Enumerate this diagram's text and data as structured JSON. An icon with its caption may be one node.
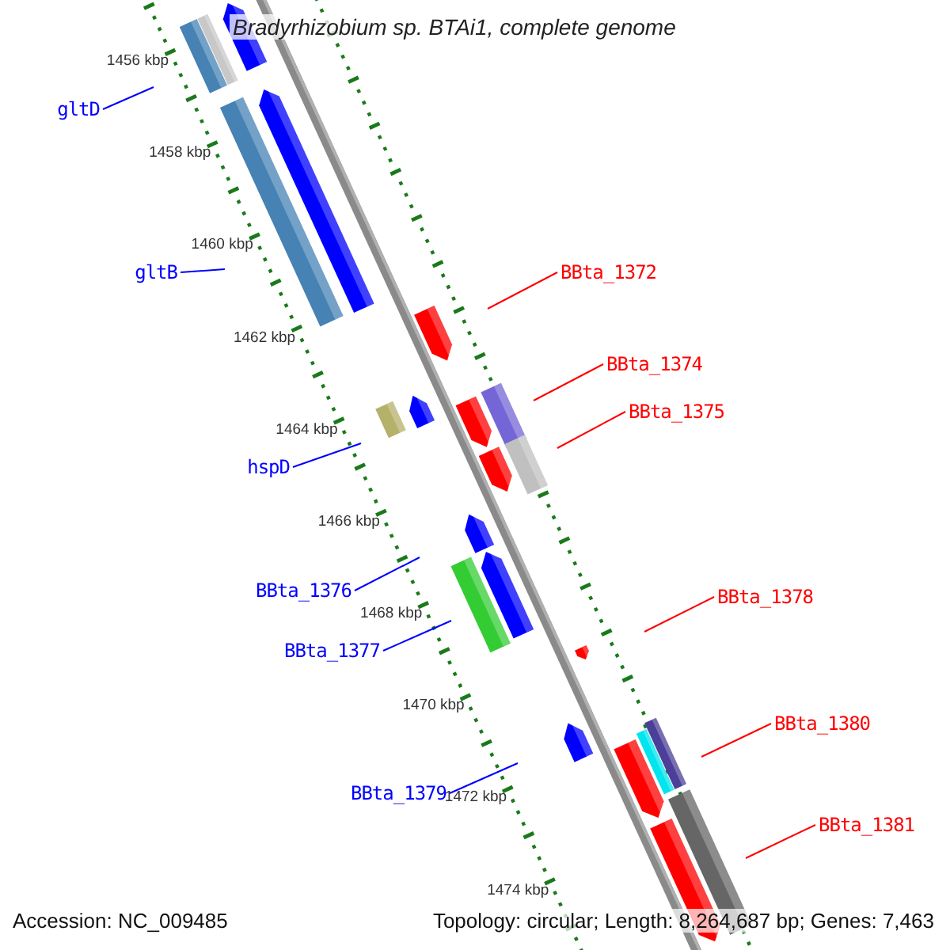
{
  "diagram": {
    "title": "Bradyrhizobium sp. BTAi1, complete genome",
    "nodes": [
      {
        "text": [
          "gltD"
        ]
      },
      {
        "text": [
          "gltB"
        ]
      },
      {
        "text": [
          "BBta_1372"
        ]
      },
      {
        "text": [
          "BBta_1374"
        ]
      },
      {
        "text": [
          "BBta_1375"
        ]
      },
      {
        "text": [
          "hspD"
        ]
      },
      {
        "text": [
          "BBta_1376"
        ]
      },
      {
        "text": [
          "BBta_1377"
        ]
      },
      {
        "text": [
          "BBta_1378"
        ]
      },
      {
        "text": [
          "BBta_1380"
        ]
      },
      {
        "text": [
          "BBta_1379"
        ]
      },
      {
        "text": [
          "BBta_1381"
        ]
      }
    ],
    "edges": [
      {
        "from": 0,
        "to": null,
        "arrow": "none",
        "color": "#0000ff"
      },
      {
        "from": 1,
        "to": null,
        "arrow": "none",
        "color": "#0000ff"
      },
      {
        "from": 2,
        "to": null,
        "arrow": "none",
        "color": "#ff0000"
      },
      {
        "from": 3,
        "to": null,
        "arrow": "none",
        "color": "#ff0000"
      },
      {
        "from": 4,
        "to": null,
        "arrow": "none",
        "color": "#ff0000"
      },
      {
        "from": 5,
        "to": null,
        "arrow": "none",
        "color": "#0000ff"
      },
      {
        "from": 6,
        "to": null,
        "arrow": "none",
        "color": "#0000ff"
      },
      {
        "from": 7,
        "to": null,
        "arrow": "none",
        "color": "#0000ff"
      },
      {
        "from": 8,
        "to": null,
        "arrow": "none",
        "color": "#ff0000"
      },
      {
        "from": 9,
        "to": null,
        "arrow": "none",
        "color": "#ff0000"
      },
      {
        "from": 10,
        "to": null,
        "arrow": "none",
        "color": "#0000ff"
      },
      {
        "from": 11,
        "to": null,
        "arrow": "none",
        "color": "#ff0000"
      }
    ],
    "labels": [
      "1456 kbp",
      "1458 kbp",
      "1460 kbp",
      "1462 kbp",
      "1464 kbp",
      "1466 kbp",
      "1468 kbp",
      "1470 kbp",
      "1472 kbp",
      "1474 kbp",
      "Accession: NC_009485",
      "Topology: circular; Length: 8,264,687 bp; Genes: 7,463"
    ]
  }
}
